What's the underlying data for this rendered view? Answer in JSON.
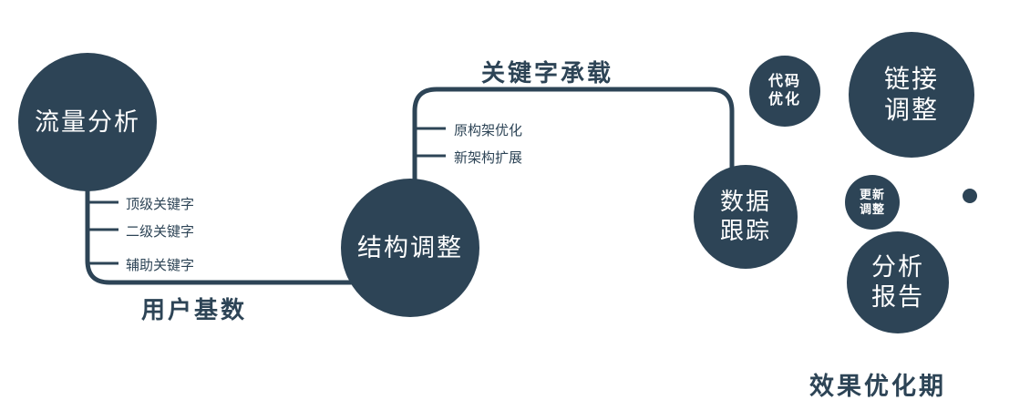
{
  "colors": {
    "primary": "#2d4456",
    "background": "#ffffff",
    "text_on_node": "#ffffff"
  },
  "nodes": {
    "traffic_analysis": {
      "label": "流量分析"
    },
    "structure_adjustment": {
      "label": "结构调整"
    },
    "data_tracking": {
      "line1": "数据",
      "line2": "跟踪"
    },
    "code_optimization": {
      "line1": "代码",
      "line2": "优化"
    },
    "link_adjustment": {
      "line1": "链接",
      "line2": "调整"
    },
    "update_adjustment": {
      "line1": "更新",
      "line2": "调整"
    },
    "analysis_report": {
      "line1": "分析",
      "line2": "报告"
    }
  },
  "edge_labels": {
    "user_base": "用户基数",
    "keyword_carrying": "关键字承载"
  },
  "branches": {
    "traffic": [
      {
        "label": "顶级关键字"
      },
      {
        "label": "二级关键字"
      },
      {
        "label": "辅助关键字"
      }
    ],
    "structure": [
      {
        "label": "原构架优化"
      },
      {
        "label": "新架构扩展"
      }
    ]
  },
  "footer": {
    "label": "效果优化期"
  }
}
